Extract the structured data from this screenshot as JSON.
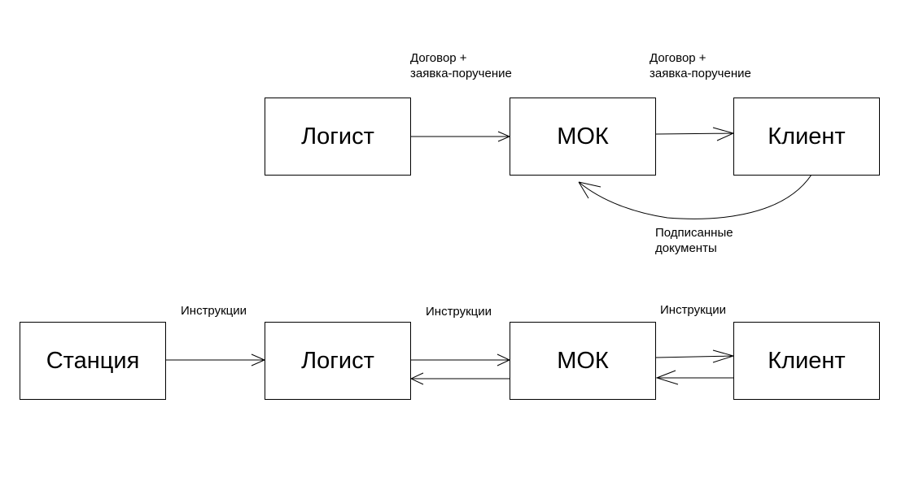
{
  "top_flow": {
    "logist": "Логист",
    "mok": "МОК",
    "client": "Клиент",
    "label_logist_mok": [
      "Договор +",
      "заявка-поручение"
    ],
    "label_mok_client": [
      "Договор +",
      "заявка-поручение"
    ],
    "label_return": [
      "Подписанные",
      "документы"
    ]
  },
  "bottom_flow": {
    "station": "Станция",
    "logist": "Логист",
    "mok": "МОК",
    "client": "Клиент",
    "label_station_logist": "Инструкции",
    "label_logist_mok": "Инструкции",
    "label_mok_client": "Инструкции"
  }
}
